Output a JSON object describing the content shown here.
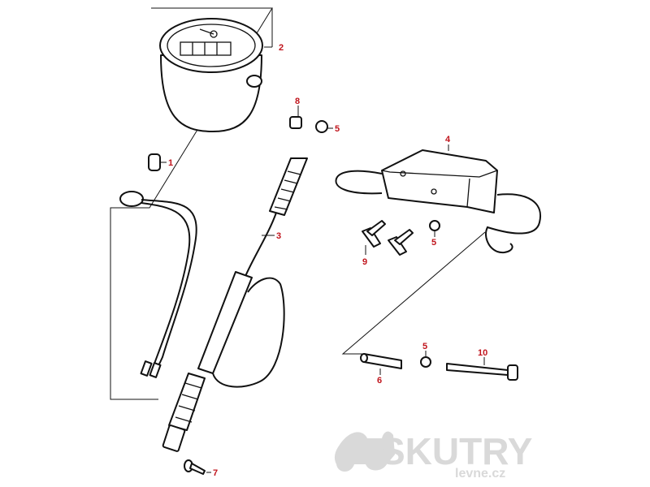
{
  "diagram": {
    "callouts": [
      {
        "id": "c1",
        "label": "1"
      },
      {
        "id": "c2",
        "label": "2"
      },
      {
        "id": "c3",
        "label": "3"
      },
      {
        "id": "c4",
        "label": "4"
      },
      {
        "id": "c5a",
        "label": "5"
      },
      {
        "id": "c5b",
        "label": "5"
      },
      {
        "id": "c5c",
        "label": "5"
      },
      {
        "id": "c6",
        "label": "6"
      },
      {
        "id": "c7",
        "label": "7"
      },
      {
        "id": "c8",
        "label": "8"
      },
      {
        "id": "c9",
        "label": "9"
      },
      {
        "id": "c10",
        "label": "10"
      }
    ]
  },
  "watermark": {
    "brand": "SKUTRY",
    "domain": "levne.cz",
    "color": "#d9d9d9"
  },
  "colors": {
    "callout": "#c0141c",
    "line": "#111111",
    "background": "#ffffff"
  }
}
